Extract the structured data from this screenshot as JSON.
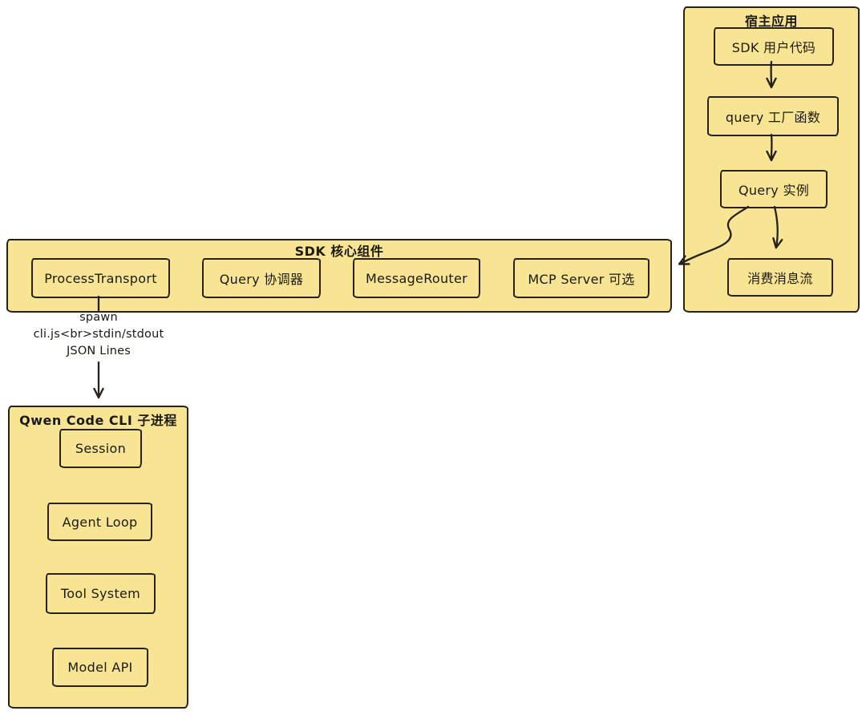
{
  "diagram": {
    "host_app": {
      "title": "宿主应用",
      "nodes": [
        {
          "label": "SDK 用户代码"
        },
        {
          "label": "query 工厂函数"
        },
        {
          "label": "Query 实例"
        },
        {
          "label": "消费消息流"
        }
      ]
    },
    "sdk_core": {
      "title": "SDK 核心组件",
      "nodes": [
        {
          "label": "ProcessTransport"
        },
        {
          "label": "Query 协调器"
        },
        {
          "label": "MessageRouter"
        },
        {
          "label": "MCP Server 可选"
        }
      ]
    },
    "cli_subprocess": {
      "title": "Qwen Code CLI 子进程",
      "nodes": [
        {
          "label": "Session"
        },
        {
          "label": "Agent Loop"
        },
        {
          "label": "Tool System"
        },
        {
          "label": "Model API"
        }
      ]
    },
    "edge_label": {
      "line1": "spawn",
      "line2": "cli.js<br>stdin/stdout",
      "line3": "JSON Lines"
    }
  },
  "colors": {
    "fill": "#f8e593",
    "stroke": "#26221b",
    "background": "#ffffff",
    "text": "#1c1913"
  }
}
